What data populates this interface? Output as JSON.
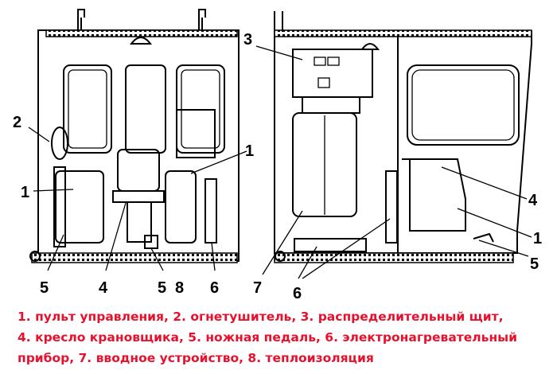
{
  "diagram": {
    "left_view_labels": [
      "2",
      "1",
      "5",
      "4",
      "5",
      "8",
      "6",
      "1"
    ],
    "right_view_labels": [
      "3",
      "7",
      "6",
      "4",
      "1",
      "5"
    ]
  },
  "caption": {
    "line1": "1. пульт управления, 2. огнетушитель, 3. распределительный щит,",
    "line2": "4. кресло крановщика, 5. ножная педаль, 6. электронагревательный",
    "line3": "прибор, 7. вводное устройство, 8. теплоизоляция"
  },
  "colors": {
    "caption": "#e8112d",
    "lines": "#000000"
  }
}
